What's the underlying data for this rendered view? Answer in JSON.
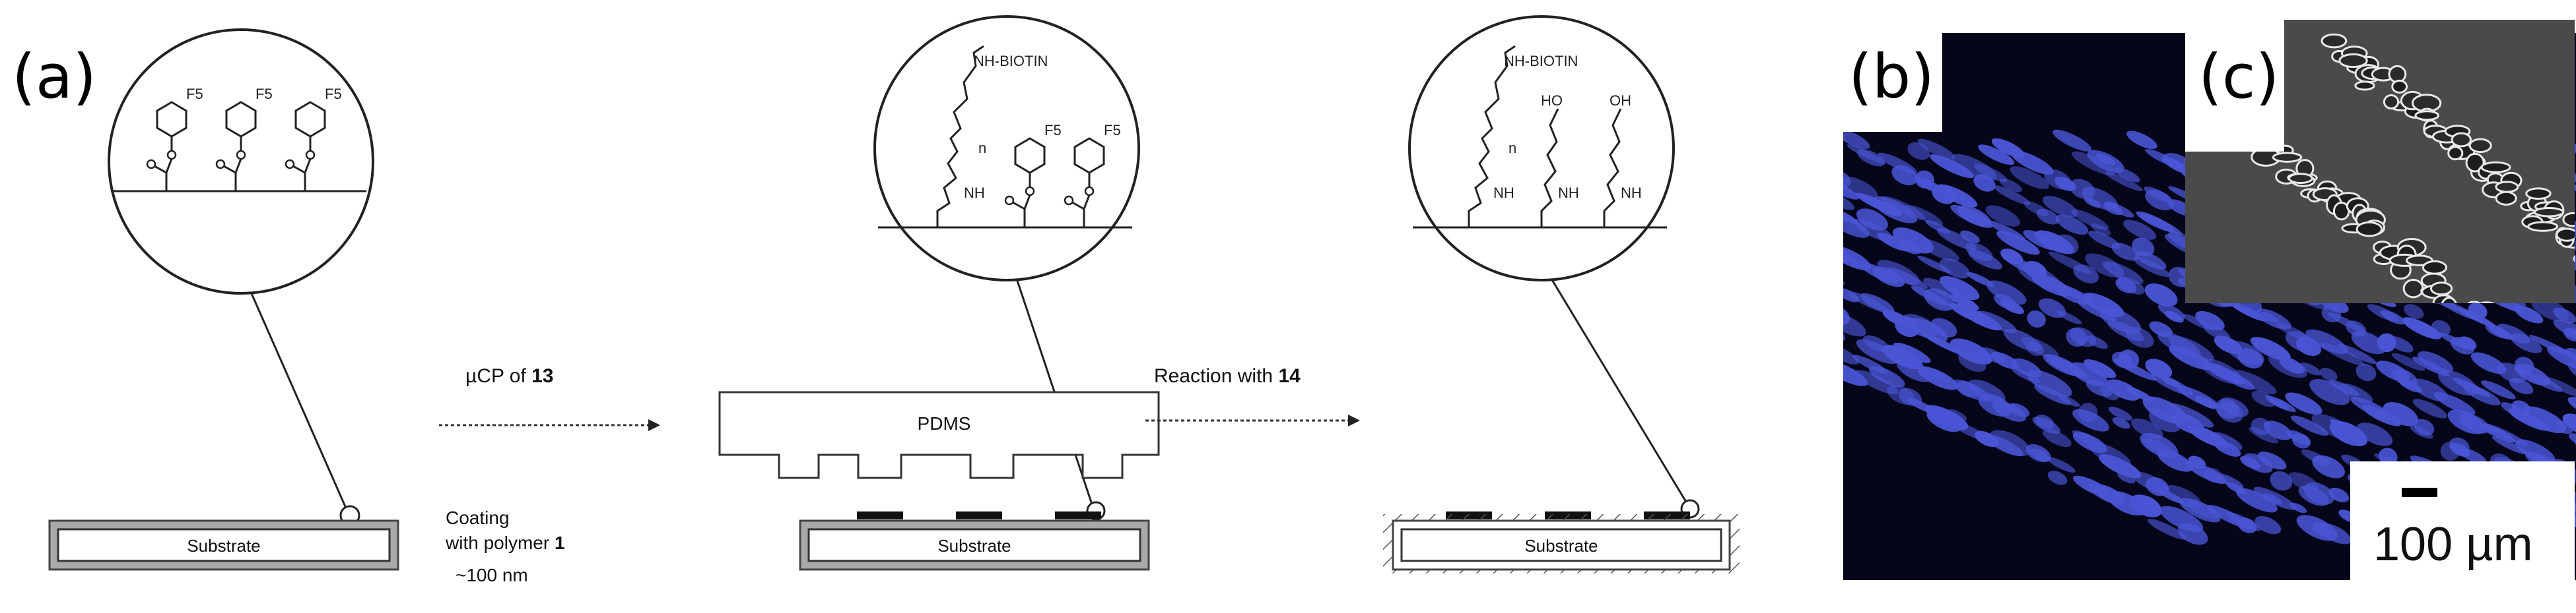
{
  "panels": {
    "a": {
      "letter": "(a)"
    },
    "b": {
      "letter": "(b)"
    },
    "c": {
      "letter": "(c)"
    }
  },
  "step1": {
    "substrate": "Substrate",
    "coating_line1": "Coating",
    "coating_line2_prefix": "with polymer ",
    "coating_polymer": "1",
    "thickness": "~100 nm",
    "molecule_sub": "F5"
  },
  "arrow1": {
    "prefix": "µCP of ",
    "compound": "13"
  },
  "step2": {
    "stamp": "PDMS",
    "substrate": "Substrate",
    "biotin": "NH-BIOTIN",
    "nh": "NH",
    "n": "n",
    "molecule_sub": "F5"
  },
  "arrow2": {
    "prefix": "Reaction with ",
    "compound": "14"
  },
  "step3": {
    "substrate": "Substrate",
    "biotin": "NH-BIOTIN",
    "ho": "HO",
    "oh": "OH",
    "nh": "NH",
    "n": "n"
  },
  "scalebar": {
    "label": "100 µm"
  },
  "colors": {
    "fluor_blue": "#4a55d6",
    "fluor_bg": "#05061a",
    "phase_bg": "#4a4a4a"
  }
}
